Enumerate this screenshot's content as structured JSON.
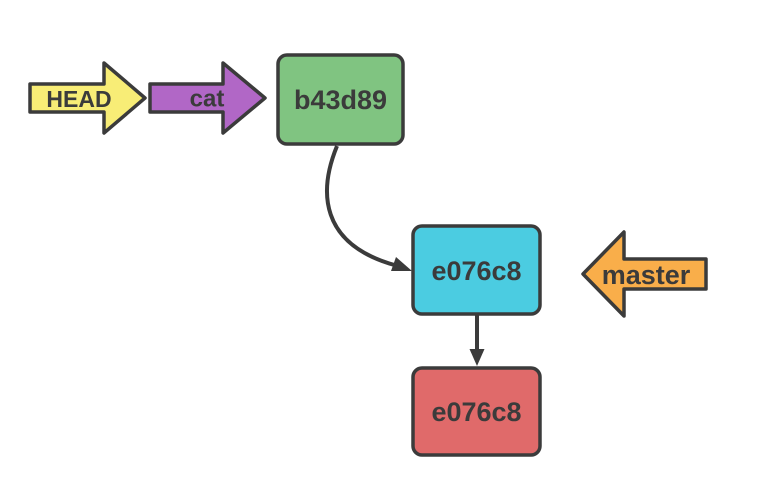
{
  "diagram": {
    "background_color": "#ffffff",
    "stroke_color": "#3b3b3b",
    "text_color": "#3b3b3b",
    "arrows": {
      "head": {
        "label": "HEAD",
        "fill": "#f8ed76",
        "direction": "right"
      },
      "cat": {
        "label": "cat",
        "fill": "#b167c6",
        "direction": "right"
      },
      "master": {
        "label": "master",
        "fill": "#f9ae4a",
        "direction": "left"
      }
    },
    "nodes": {
      "commit_top": {
        "label": "b43d89",
        "fill": "#80c481"
      },
      "commit_middle": {
        "label": "e076c8",
        "fill": "#4bcce1"
      },
      "commit_bottom": {
        "label": "e076c8",
        "fill": "#e06a6a"
      }
    },
    "connectors": [
      {
        "from": "commit_top",
        "to": "commit_middle",
        "style": "curved"
      },
      {
        "from": "commit_middle",
        "to": "commit_bottom",
        "style": "straight"
      }
    ]
  }
}
